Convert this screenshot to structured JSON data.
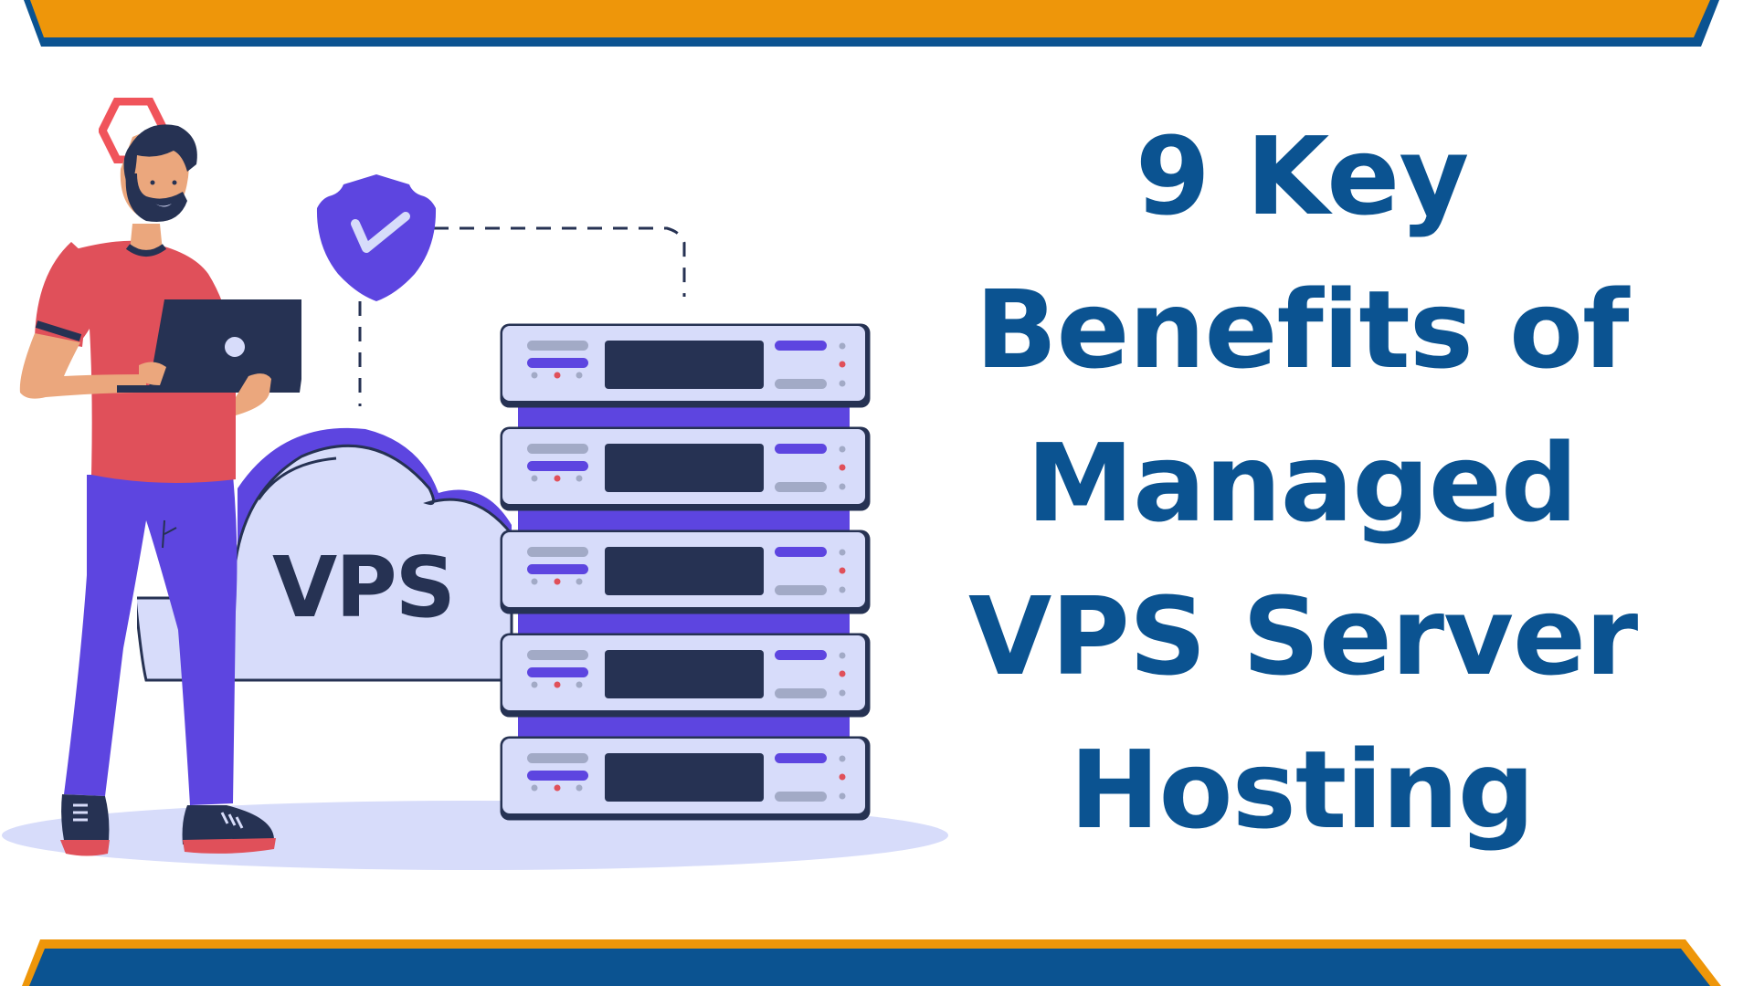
{
  "banner": {
    "title_lines": [
      "9 Key",
      "Benefits of",
      "Managed",
      "VPS Server",
      "Hosting"
    ],
    "colors": {
      "title": "#0b5391",
      "bar_orange": "#ee960a",
      "bar_blue": "#0b5391"
    }
  },
  "illustration": {
    "cloud_label": "VPS",
    "server_units": 5,
    "icons": [
      "person-with-laptop",
      "shield-check-icon",
      "cloud-icon",
      "server-rack-icon",
      "hexagon-icon"
    ],
    "colors": {
      "purple": "#5d45e0",
      "navy": "#263253",
      "lavender": "#d7dcfa",
      "red": "#e0505a",
      "skin": "#eba77d",
      "gray": "#a2aac6"
    }
  }
}
